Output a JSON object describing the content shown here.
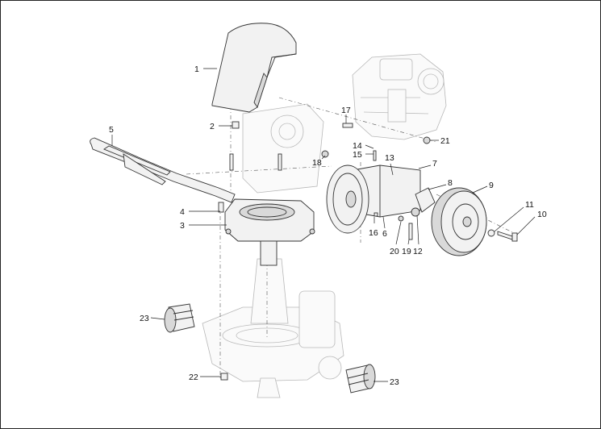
{
  "diagram": {
    "callouts": [
      {
        "id": "c1",
        "label": "1"
      },
      {
        "id": "c2",
        "label": "2"
      },
      {
        "id": "c3",
        "label": "3"
      },
      {
        "id": "c4",
        "label": "4"
      },
      {
        "id": "c5",
        "label": "5"
      },
      {
        "id": "c6",
        "label": "6"
      },
      {
        "id": "c7",
        "label": "7"
      },
      {
        "id": "c8",
        "label": "8"
      },
      {
        "id": "c9",
        "label": "9"
      },
      {
        "id": "c10",
        "label": "10"
      },
      {
        "id": "c11",
        "label": "11"
      },
      {
        "id": "c12",
        "label": "12"
      },
      {
        "id": "c13",
        "label": "13"
      },
      {
        "id": "c14",
        "label": "14"
      },
      {
        "id": "c15",
        "label": "15"
      },
      {
        "id": "c16",
        "label": "16"
      },
      {
        "id": "c17",
        "label": "17"
      },
      {
        "id": "c18",
        "label": "18"
      },
      {
        "id": "c19",
        "label": "19"
      },
      {
        "id": "c20",
        "label": "20"
      },
      {
        "id": "c21",
        "label": "21"
      },
      {
        "id": "c22",
        "label": "22"
      },
      {
        "id": "c23a",
        "label": "23"
      },
      {
        "id": "c23b",
        "label": "23"
      }
    ]
  }
}
